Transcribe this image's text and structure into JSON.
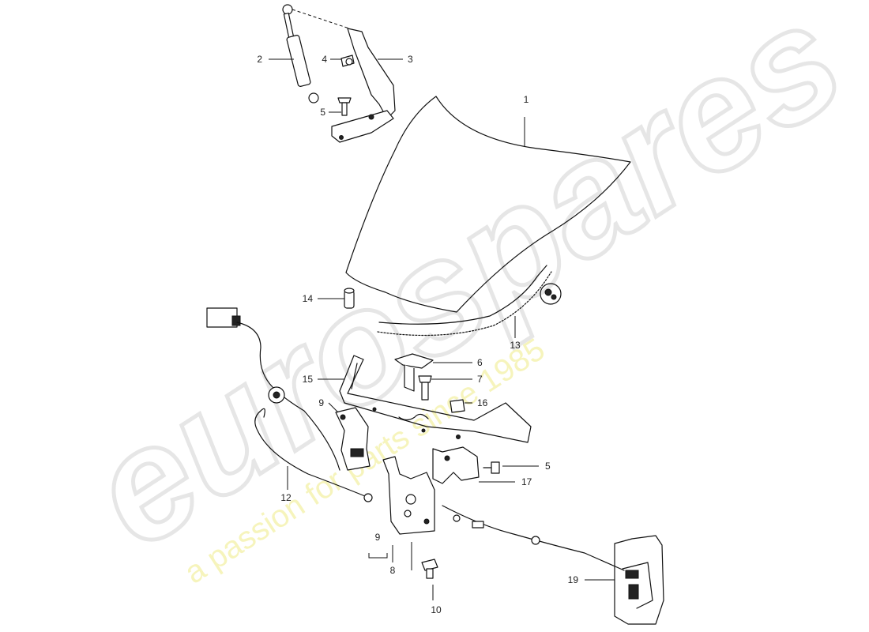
{
  "watermark": {
    "brand": "eurospares",
    "tagline": "a passion for parts since 1985"
  },
  "callouts": {
    "c1": "1",
    "c2": "2",
    "c3": "3",
    "c4": "4",
    "c5a": "5",
    "c5b": "5",
    "c6": "6",
    "c7": "7",
    "c8": "8",
    "c9a": "9",
    "c9b": "9",
    "c10": "10",
    "c12": "12",
    "c13": "13",
    "c14": "14",
    "c15": "15",
    "c16": "16",
    "c17": "17",
    "c19": "19"
  },
  "icons": {
    "sealant": "sealant-symbol-icon"
  }
}
